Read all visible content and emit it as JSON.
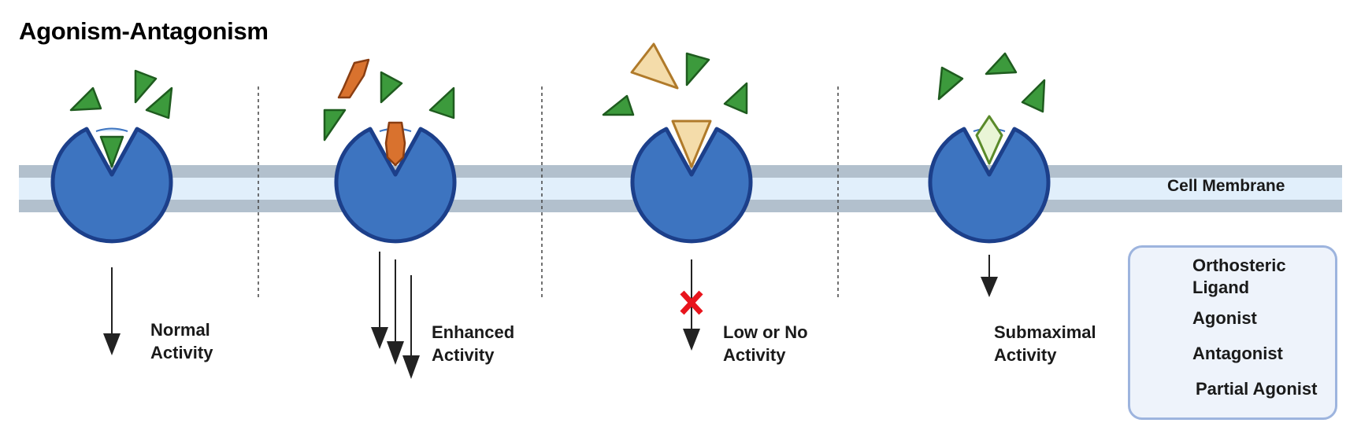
{
  "title": "Agonism-Antagonism",
  "membrane_label": "Cell Membrane",
  "panels": [
    {
      "activity_line1": "Normal",
      "activity_line2": "Activity",
      "bound_ligand": "orthosteric-ligand"
    },
    {
      "activity_line1": "Enhanced",
      "activity_line2": "Activity",
      "bound_ligand": "agonist"
    },
    {
      "activity_line1": "Low or No",
      "activity_line2": "Activity",
      "bound_ligand": "antagonist"
    },
    {
      "activity_line1": "Submaximal",
      "activity_line2": "Activity",
      "bound_ligand": "partial-agonist"
    }
  ],
  "legend": {
    "orthosteric_line1": "Orthosteric",
    "orthosteric_line2": "Ligand",
    "agonist": "Agonist",
    "antagonist": "Antagonist",
    "partial_agonist": "Partial Agonist"
  },
  "colors": {
    "receptor": "#3d74c0",
    "receptor_outline": "#1c3f8a",
    "membrane_outer": "#b2c0cd",
    "membrane_inner": "#e1effb",
    "orthosteric_ligand": "#3c9a3c",
    "agonist": "#d9722e",
    "antagonist": "#f4dcaa",
    "partial_agonist": "#e9f5d6",
    "blocked_x": "#e8141c"
  }
}
